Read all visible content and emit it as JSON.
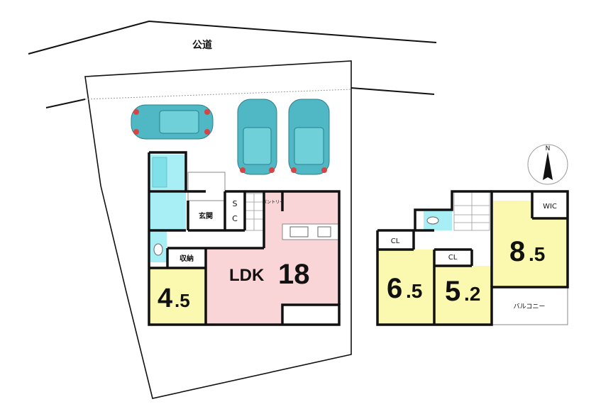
{
  "site": {
    "road_label": "公道"
  },
  "colors": {
    "ldk": "#f9d5d8",
    "room": "#fbf8b0",
    "wet": "#a8eef5",
    "car": "#4fb8c4",
    "car_light": "#d64545"
  },
  "floor1": {
    "ldk_label": "LDK",
    "ldk_size": "18",
    "room_size_int": "4",
    "room_size_dec": ".5",
    "storage_label": "収納",
    "entrance_label": "玄関",
    "shoe_closet_top": "S",
    "shoe_closet_bottom": "C",
    "pantry_label": "パントリー"
  },
  "floor2": {
    "room1_int": "6",
    "room1_dec": ".5",
    "room1_closet": "CL",
    "room2_int": "5",
    "room2_dec": ".2",
    "room2_closet": "CL",
    "room3_int": "8",
    "room3_dec": ".5",
    "room3_closet": "WIC",
    "balcony_label": "バルコニー"
  },
  "compass": {
    "north_label": "N"
  }
}
